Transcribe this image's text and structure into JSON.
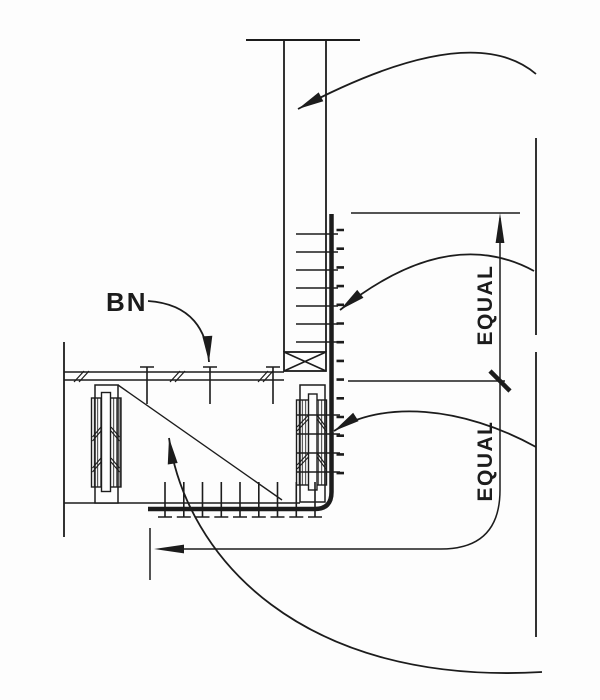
{
  "labels": {
    "bn": {
      "text": "BN"
    },
    "equal_top": {
      "text": "EQUAL"
    },
    "equal_bottom": {
      "text": "EQUAL"
    }
  },
  "colors": {
    "ink": "#1c1c1c",
    "paper": "#fdfdfd"
  }
}
